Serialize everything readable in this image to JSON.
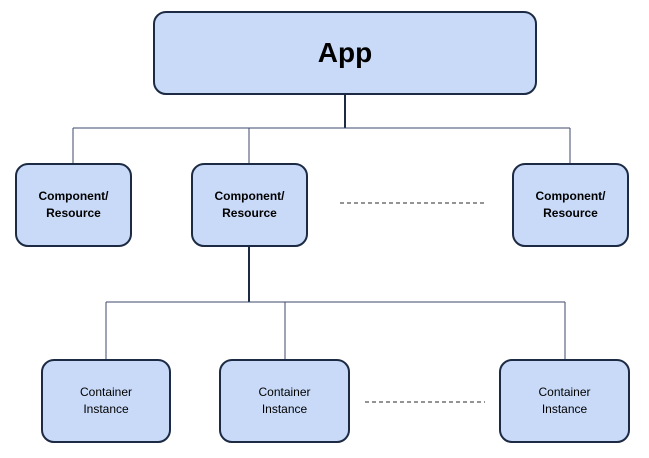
{
  "diagram": {
    "root": {
      "label": "App"
    },
    "components": [
      {
        "label": "Component/\nResource"
      },
      {
        "label": "Component/\nResource"
      },
      {
        "label": "Component/\nResource"
      }
    ],
    "containers": [
      {
        "label": "Container\nInstance"
      },
      {
        "label": "Container\nInstance"
      },
      {
        "label": "Container\nInstance"
      }
    ],
    "colors": {
      "box_fill": "#c9daf8",
      "box_border": "#1c2a44",
      "connector": "#3d4a6b",
      "ellipsis": "#555555"
    }
  }
}
